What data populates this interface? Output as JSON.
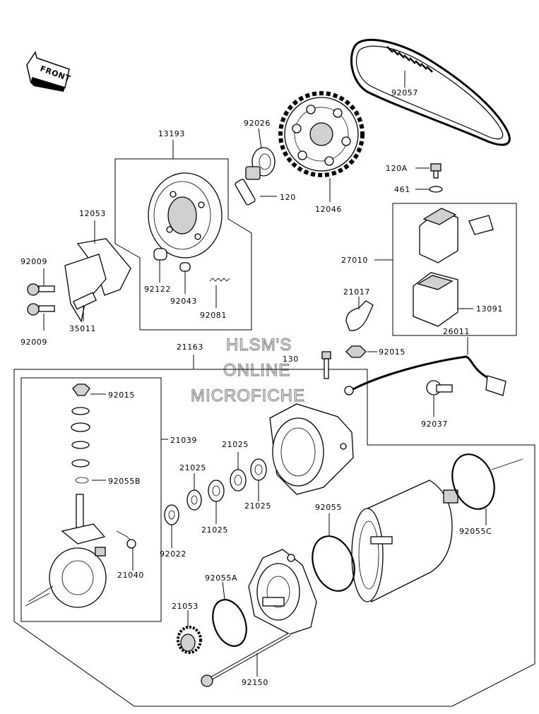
{
  "front_label": "FRONT",
  "watermark": [
    "HLSM'S",
    "ONLINE",
    "MICROFICHE"
  ],
  "parts": {
    "p92057": "92057",
    "p92026": "92026",
    "p13193": "13193",
    "p120": "120",
    "p12046": "12046",
    "p12053": "12053",
    "p120A": "120A",
    "p461": "461",
    "p92009a": "92009",
    "p92009b": "92009",
    "p92122": "92122",
    "p92043": "92043",
    "p92081": "92081",
    "p35011": "35011",
    "p27010": "27010",
    "p21017": "21017",
    "p13091": "13091",
    "p21163": "21163",
    "p26011": "26011",
    "p130": "130",
    "p92015a": "92015",
    "p92015b": "92015",
    "p92037": "92037",
    "p21039": "21039",
    "p21025a": "21025",
    "p21025b": "21025",
    "p21025c": "21025",
    "p21025d": "21025",
    "p92055B": "92055B",
    "p92022": "92022",
    "p92055": "92055",
    "p92055C": "92055C",
    "p21040": "21040",
    "p92055A": "92055A",
    "p21053": "21053",
    "p92150": "92150"
  }
}
